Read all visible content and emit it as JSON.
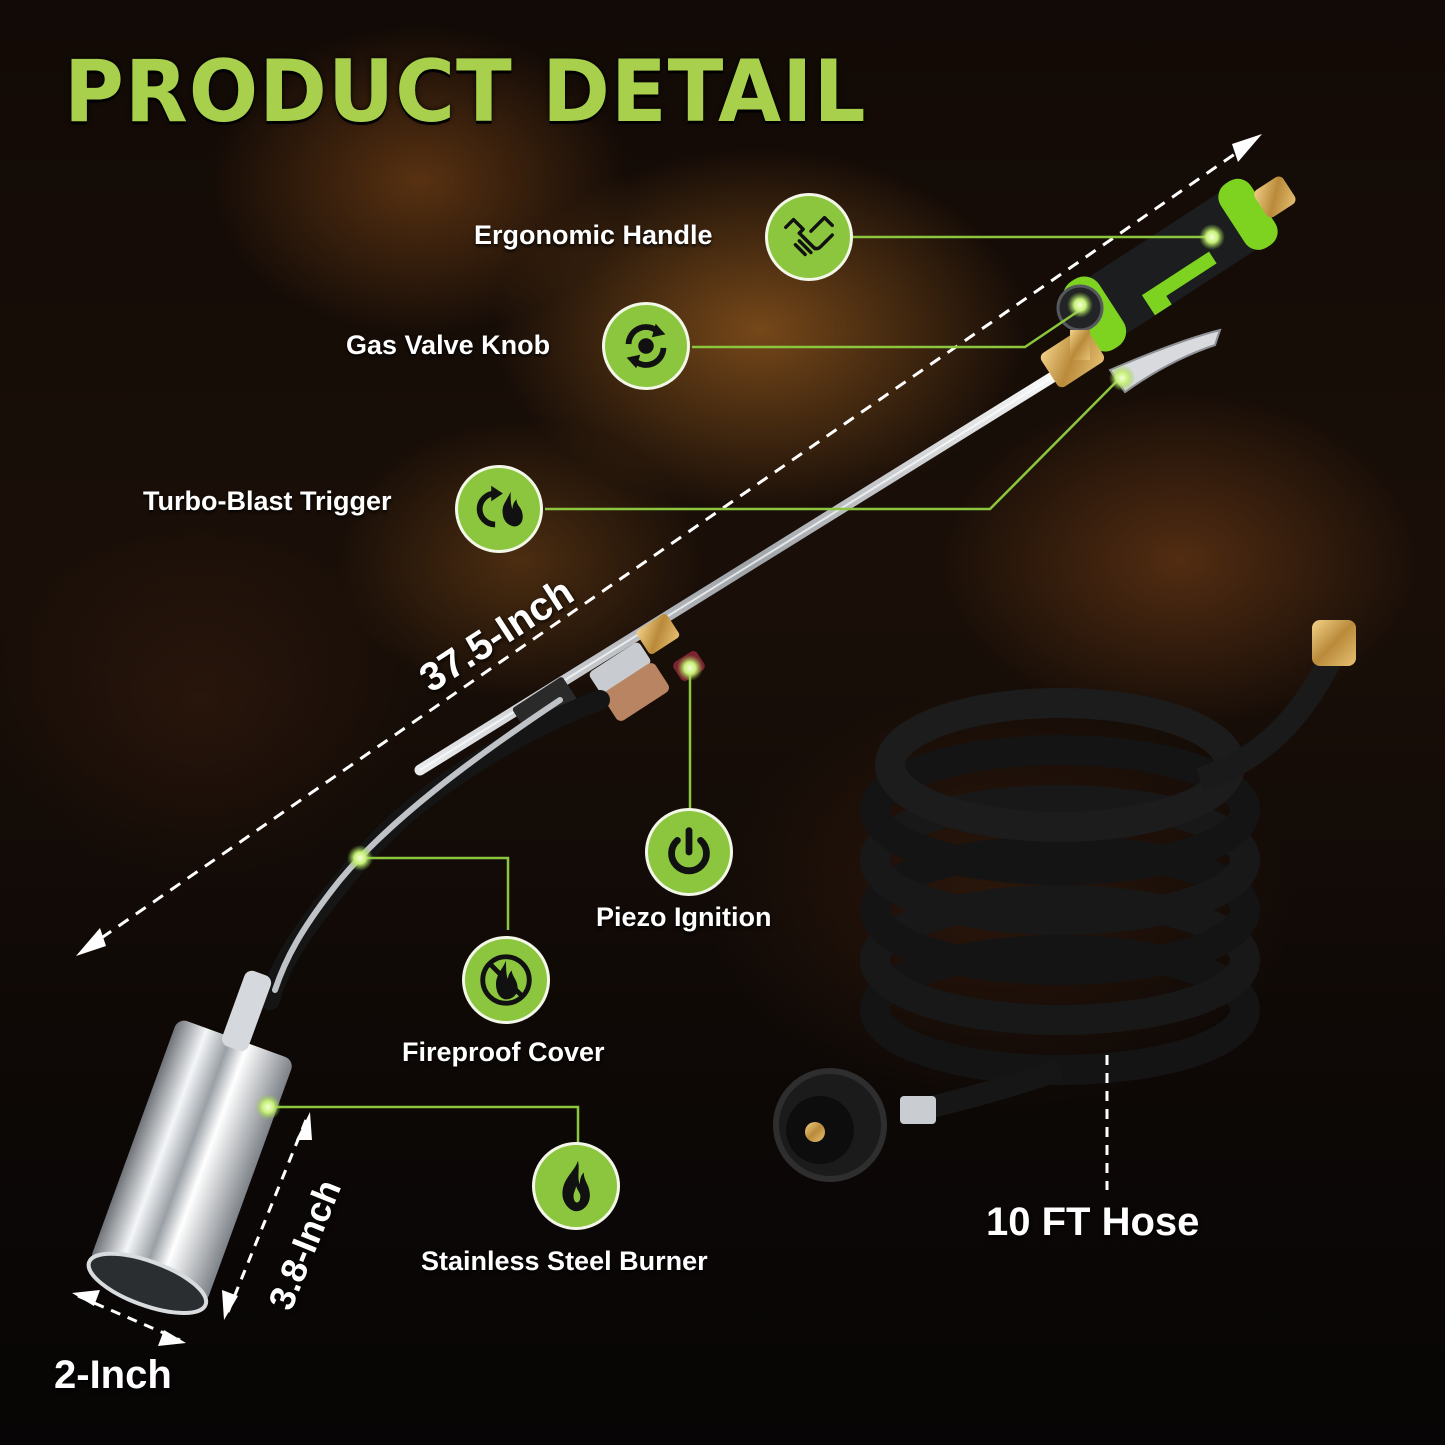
{
  "title": "PRODUCT DETAIL",
  "colors": {
    "accent_green": "#a8d04c",
    "badge_green": "#8cc63f",
    "leader_line": "#8cc63f",
    "label_white": "#ffffff",
    "background": "#0b0705"
  },
  "features": [
    {
      "label": "Ergonomic Handle",
      "icon": "handshake-icon"
    },
    {
      "label": "Gas Valve Knob",
      "icon": "rotate-arrows-icon"
    },
    {
      "label": "Turbo-Blast Trigger",
      "icon": "cycle-flame-icon"
    },
    {
      "label": "Piezo Ignition",
      "icon": "power-icon"
    },
    {
      "label": "Fireproof Cover",
      "icon": "no-fire-icon"
    },
    {
      "label": "Stainless Steel Burner",
      "icon": "flame-icon"
    }
  ],
  "dimensions": {
    "total_length": "37.5-Inch",
    "burner_length": "3.8-Inch",
    "burner_diameter": "2-Inch",
    "hose_length": "10 FT Hose"
  }
}
